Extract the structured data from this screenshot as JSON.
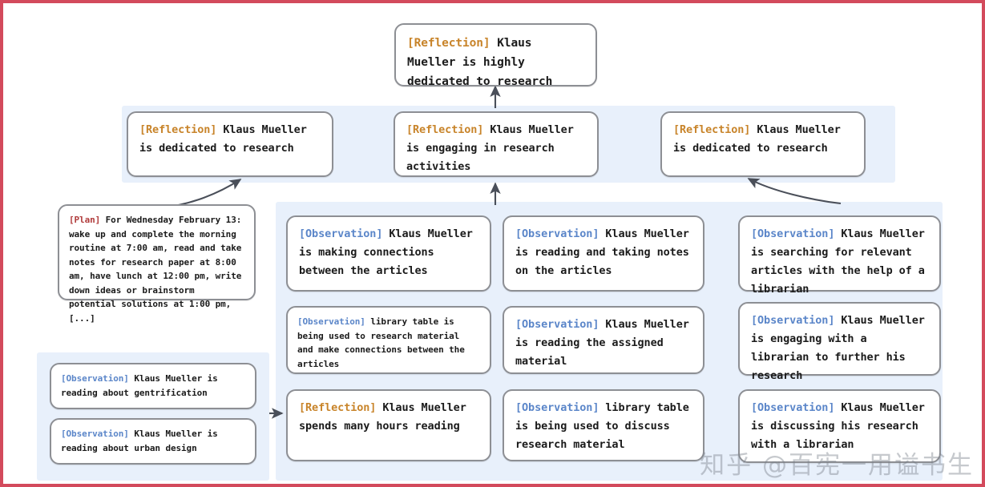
{
  "figure": {
    "border_color": "#d34a5c",
    "band_color": "#e8f0fb",
    "card_border_color": "#8d8f94",
    "tag_colors": {
      "reflection": "#c8842a",
      "observation": "#5b86c9",
      "plan": "#b03a3a"
    }
  },
  "root": {
    "tag": "[Reflection]",
    "text": " Klaus Mueller is highly dedicated to research"
  },
  "reflections": [
    {
      "tag": "[Reflection]",
      "text": " Klaus Mueller is dedicated to research"
    },
    {
      "tag": "[Reflection]",
      "text": " Klaus Mueller is engaging in research activities"
    },
    {
      "tag": "[Reflection]",
      "text": " Klaus Mueller is dedicated to research"
    }
  ],
  "plan_card": {
    "tag": "[Plan]",
    "text": " For Wednesday February 13: wake up and complete the morning routine at 7:00 am, read and take notes for research paper at 8:00 am, have lunch at 12:00 pm, write down ideas or brainstorm potential solutions at 1:00 pm, [...]"
  },
  "left_observations": [
    {
      "tag": "[Observation]",
      "text": " Klaus Mueller is reading about gentrification"
    },
    {
      "tag": "[Observation]",
      "text": " Klaus Mueller is reading about urban design"
    }
  ],
  "column_a": [
    {
      "tag": "[Observation]",
      "text": " Klaus Mueller is making connections between the articles"
    },
    {
      "tag": "[Observation]",
      "text": " library table is being used to research material and make connections between the articles"
    },
    {
      "tag": "[Reflection]",
      "text": " Klaus Mueller spends many hours reading"
    }
  ],
  "column_b": [
    {
      "tag": "[Observation]",
      "text": " Klaus Mueller is reading and taking notes on the articles"
    },
    {
      "tag": "[Observation]",
      "text": " Klaus Mueller is reading the assigned material"
    },
    {
      "tag": "[Observation]",
      "text": " library table is being used to discuss research material"
    }
  ],
  "column_c": [
    {
      "tag": "[Observation]",
      "text": " Klaus Mueller is searching for relevant articles with the help of a librarian"
    },
    {
      "tag": "[Observation]",
      "text": " Klaus Mueller is engaging with a librarian to further his research"
    },
    {
      "tag": "[Observation]",
      "text": " Klaus Mueller is discussing his research with a librarian"
    }
  ],
  "watermark": {
    "text": "知乎 @百宪一用谥书生"
  }
}
